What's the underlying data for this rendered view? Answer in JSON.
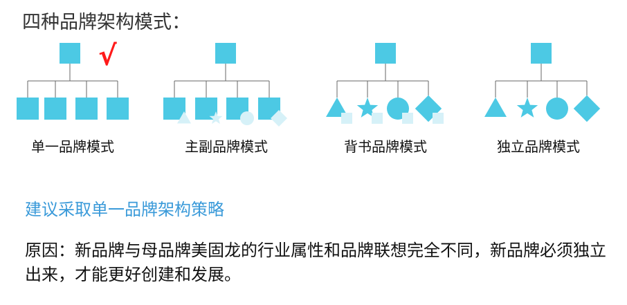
{
  "title": "四种品牌架构模式：",
  "colors": {
    "shape": "#4cc9e4",
    "shape_faded": "#d6f1f8",
    "line": "#666666",
    "check": "#ff1a1a",
    "recommend": "#3a9ad9"
  },
  "models": [
    {
      "caption": "单一品牌模式",
      "children": [
        "square",
        "square",
        "square",
        "square"
      ],
      "faded_overlay": [],
      "checked": true,
      "check_mark": "√"
    },
    {
      "caption": "主副品牌模式",
      "children": [
        "square",
        "square",
        "square",
        "square"
      ],
      "faded_overlay": [
        "triangle",
        "star",
        "circle",
        "diamond"
      ],
      "checked": false
    },
    {
      "caption": "背书品牌模式",
      "children": [
        "triangle",
        "star",
        "circle",
        "diamond"
      ],
      "faded_overlay": [
        "square",
        "square",
        "square",
        "square"
      ],
      "checked": false
    },
    {
      "caption": "独立品牌模式",
      "children": [
        "triangle",
        "star",
        "circle",
        "diamond"
      ],
      "faded_overlay": [],
      "checked": false
    }
  ],
  "recommendation": "建议采取单一品牌架构策略",
  "reason": "原因：新品牌与母品牌美固龙的行业属性和品牌联想完全不同，新品牌必须独立出来，才能更好创建和发展。"
}
